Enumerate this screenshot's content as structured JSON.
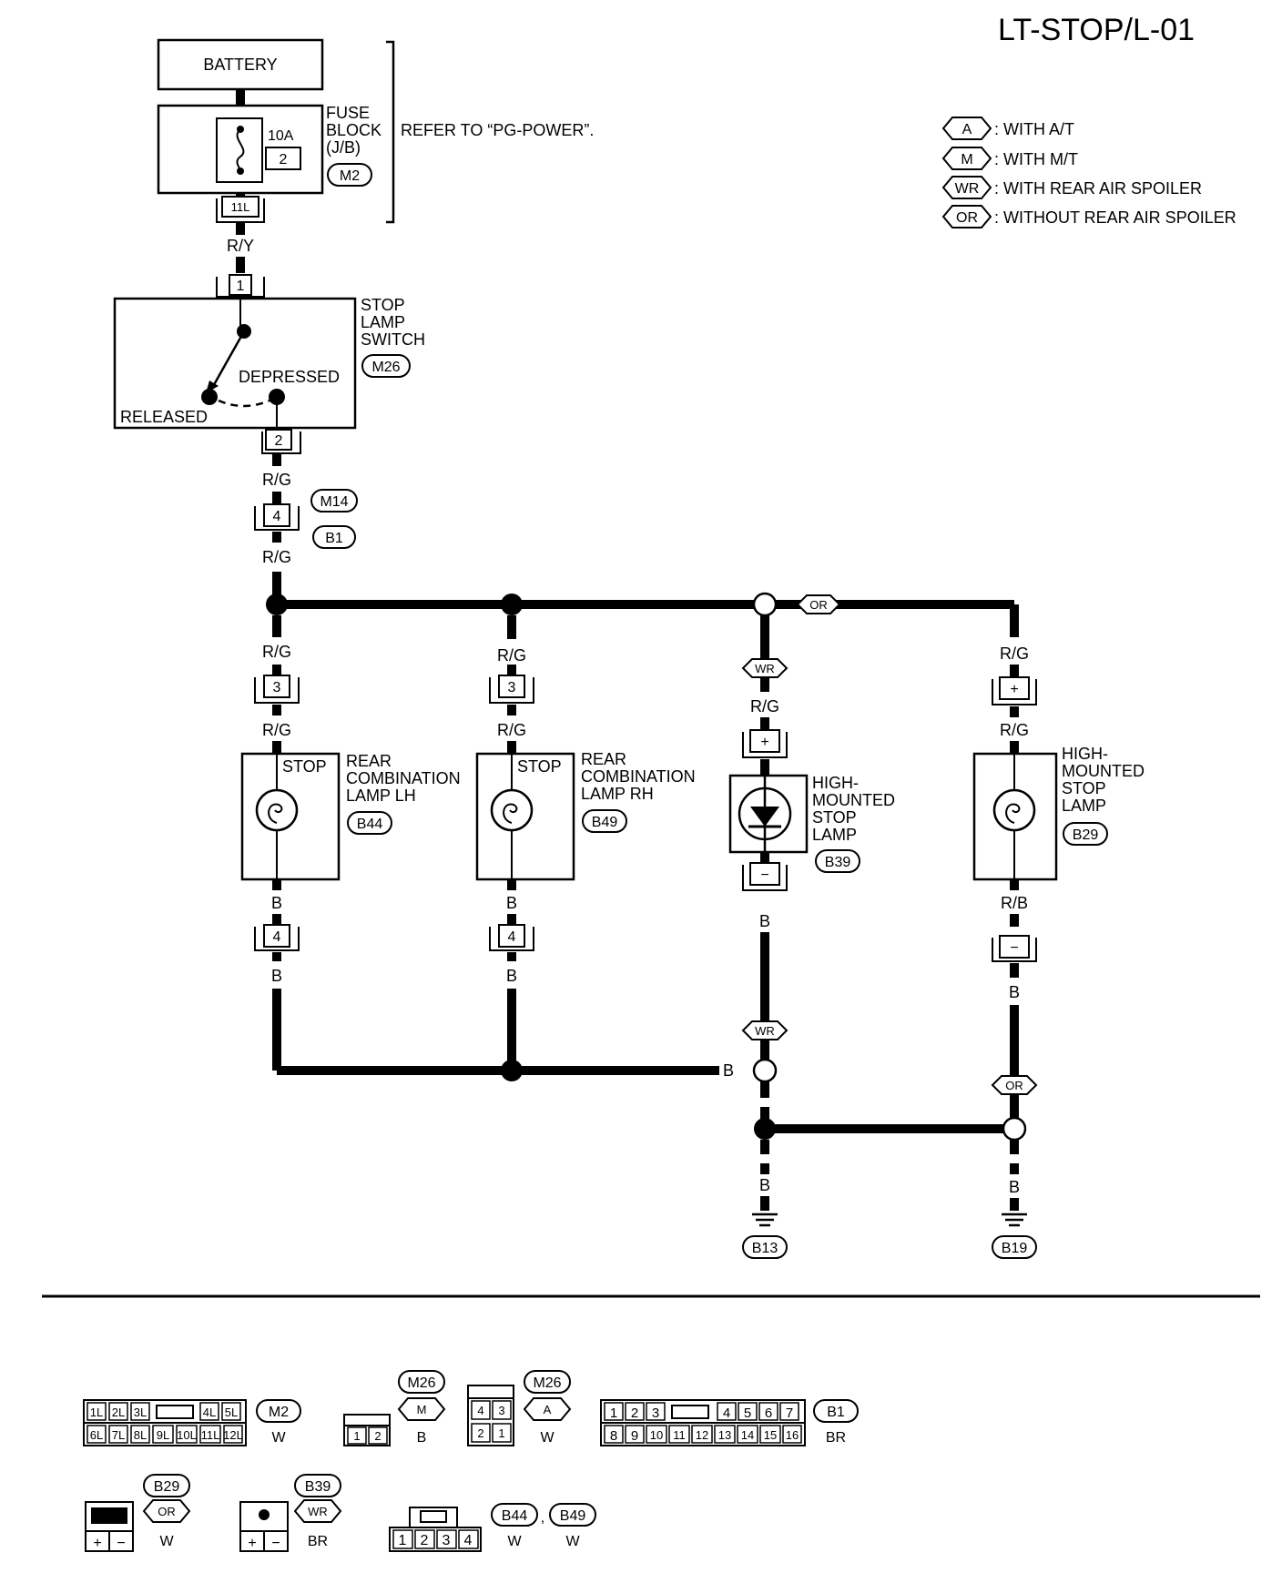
{
  "title": "LT-STOP/L-01",
  "legend": [
    {
      "code": "A",
      "text": ": WITH A/T"
    },
    {
      "code": "M",
      "text": ": WITH M/T"
    },
    {
      "code": "WR",
      "text": ": WITH REAR AIR SPOILER"
    },
    {
      "code": "OR",
      "text": ": WITHOUT REAR AIR SPOILER"
    }
  ],
  "battery": "BATTERY",
  "fuse_block": {
    "line1": "FUSE",
    "line2": "BLOCK",
    "line3": "(J/B)",
    "connector": "M2",
    "rating": "10A",
    "number": "2",
    "terminal": "11L",
    "note": "REFER TO “PG-POWER”."
  },
  "wires": {
    "ry": "R/Y",
    "rg": "R/G",
    "b": "B",
    "rb": "R/B"
  },
  "stop_switch": {
    "line1": "STOP",
    "line2": "LAMP",
    "line3": "SWITCH",
    "connector": "M26",
    "pin_in": "1",
    "pin_out": "2",
    "depressed": "DEPRESSED",
    "released": "RELEASED"
  },
  "joint": {
    "pin": "4",
    "conn_a": "M14",
    "conn_b": "B1"
  },
  "lamp_lh": {
    "line1": "REAR",
    "line2": "COMBINATION",
    "line3": "LAMP LH",
    "connector": "B44",
    "stop": "STOP",
    "pin_in": "3",
    "pin_out": "4"
  },
  "lamp_rh": {
    "line1": "REAR",
    "line2": "COMBINATION",
    "line3": "LAMP RH",
    "connector": "B49",
    "stop": "STOP",
    "pin_in": "3",
    "pin_out": "4"
  },
  "hmsl_led": {
    "line1": "HIGH-",
    "line2": "MOUNTED",
    "line3": "STOP",
    "line4": "LAMP",
    "connector": "B39",
    "plus": "+",
    "minus": "−"
  },
  "hmsl_bulb": {
    "line1": "HIGH-",
    "line2": "MOUNTED",
    "line3": "STOP",
    "line4": "LAMP",
    "connector": "B29",
    "plus": "+",
    "minus": "−"
  },
  "grounds": {
    "g1": "B13",
    "g2": "B19"
  },
  "option_tags": {
    "or": "OR",
    "wr": "WR"
  },
  "connectors_bottom": {
    "m2": {
      "top": [
        "1L",
        "2L",
        "3L",
        "4L",
        "5L"
      ],
      "bottom": [
        "6L",
        "7L",
        "8L",
        "9L",
        "10L",
        "11L",
        "12L"
      ],
      "id": "M2",
      "color": "W"
    },
    "m26_mt": {
      "pins": [
        "1",
        "2"
      ],
      "id": "M26",
      "opt": "M",
      "color": "B"
    },
    "m26_at": {
      "top": [
        "4",
        "3"
      ],
      "bottom": [
        "2",
        "1"
      ],
      "id": "M26",
      "opt": "A",
      "color": "W"
    },
    "b1": {
      "top": [
        "1",
        "2",
        "3",
        "4",
        "5",
        "6",
        "7"
      ],
      "bottom": [
        "8",
        "9",
        "10",
        "11",
        "12",
        "13",
        "14",
        "15",
        "16"
      ],
      "id": "B1",
      "color": "BR"
    },
    "b29": {
      "pins": [
        "+",
        "−"
      ],
      "id": "B29",
      "opt": "OR",
      "color": "W"
    },
    "b39": {
      "pins": [
        "+",
        "−"
      ],
      "id": "B39",
      "opt": "WR",
      "color": "BR"
    },
    "b44_b49": {
      "pins": [
        "1",
        "2",
        "3",
        "4"
      ],
      "id1": "B44",
      "id2": "B49",
      "sep": ",",
      "color1": "W",
      "color2": "W"
    }
  }
}
